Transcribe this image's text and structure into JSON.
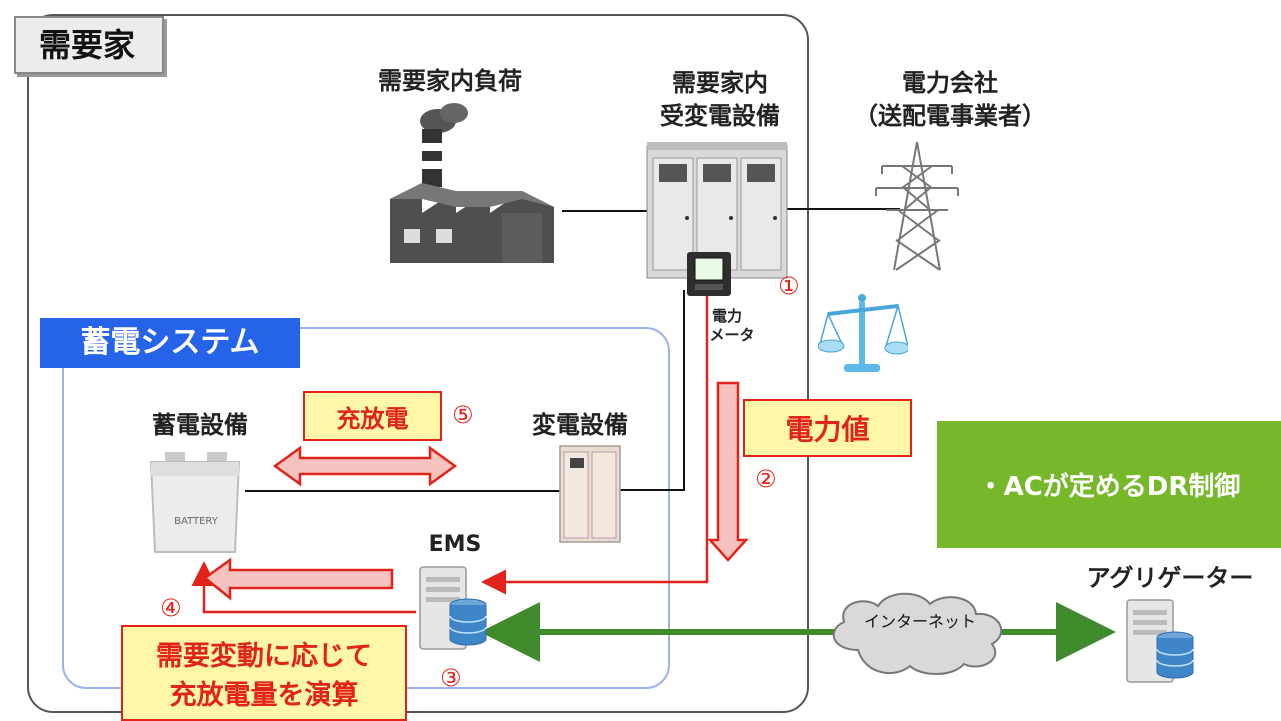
{
  "consumer_title": "需要家",
  "storage_title": "蓄電システム",
  "labels": {
    "load": "需要家内負荷",
    "substation_line1": "需要家内",
    "substation_line2": "受変電設備",
    "utility_line1": "電力会社",
    "utility_line2": "（送配電事業者）",
    "meter_line1": "電力",
    "meter_line2": "メータ",
    "battery_equipment": "蓄電設備",
    "transformer": "変電設備",
    "ems": "EMS",
    "aggregator": "アグリゲーター",
    "internet": "インターネット",
    "battery_text": "BATTERY"
  },
  "callouts": {
    "charge_discharge": "充放電",
    "power_value": "電力値",
    "compute_line1": "需要変動に応じて",
    "compute_line2": "充放電量を演算"
  },
  "steps": [
    "①",
    "②",
    "③",
    "④",
    "⑤"
  ],
  "green_box": "・ACが定めるDR制御",
  "colors": {
    "red": "#e0241b",
    "yellow": "#fff7a8",
    "green_box": "#76b82a",
    "green_arrow": "#3f8a2a",
    "blue_tab": "#2563e8"
  }
}
